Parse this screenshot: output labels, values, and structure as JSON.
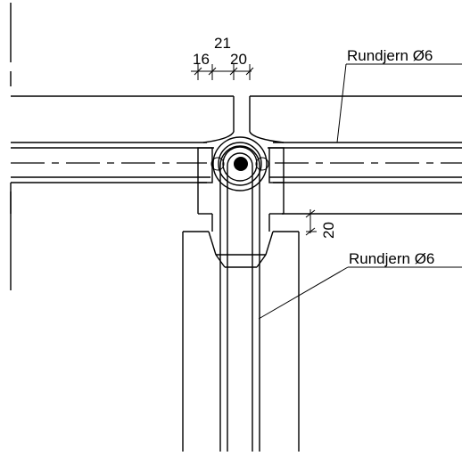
{
  "labels": {
    "rebar_top": "Rundjern Ø6",
    "rebar_bottom": "Rundjern Ø6"
  },
  "dimensions": {
    "top_total": "21",
    "top_left": "16",
    "top_right": "20",
    "side": "20"
  },
  "colors": {
    "line": "#000000",
    "background": "#ffffff"
  }
}
